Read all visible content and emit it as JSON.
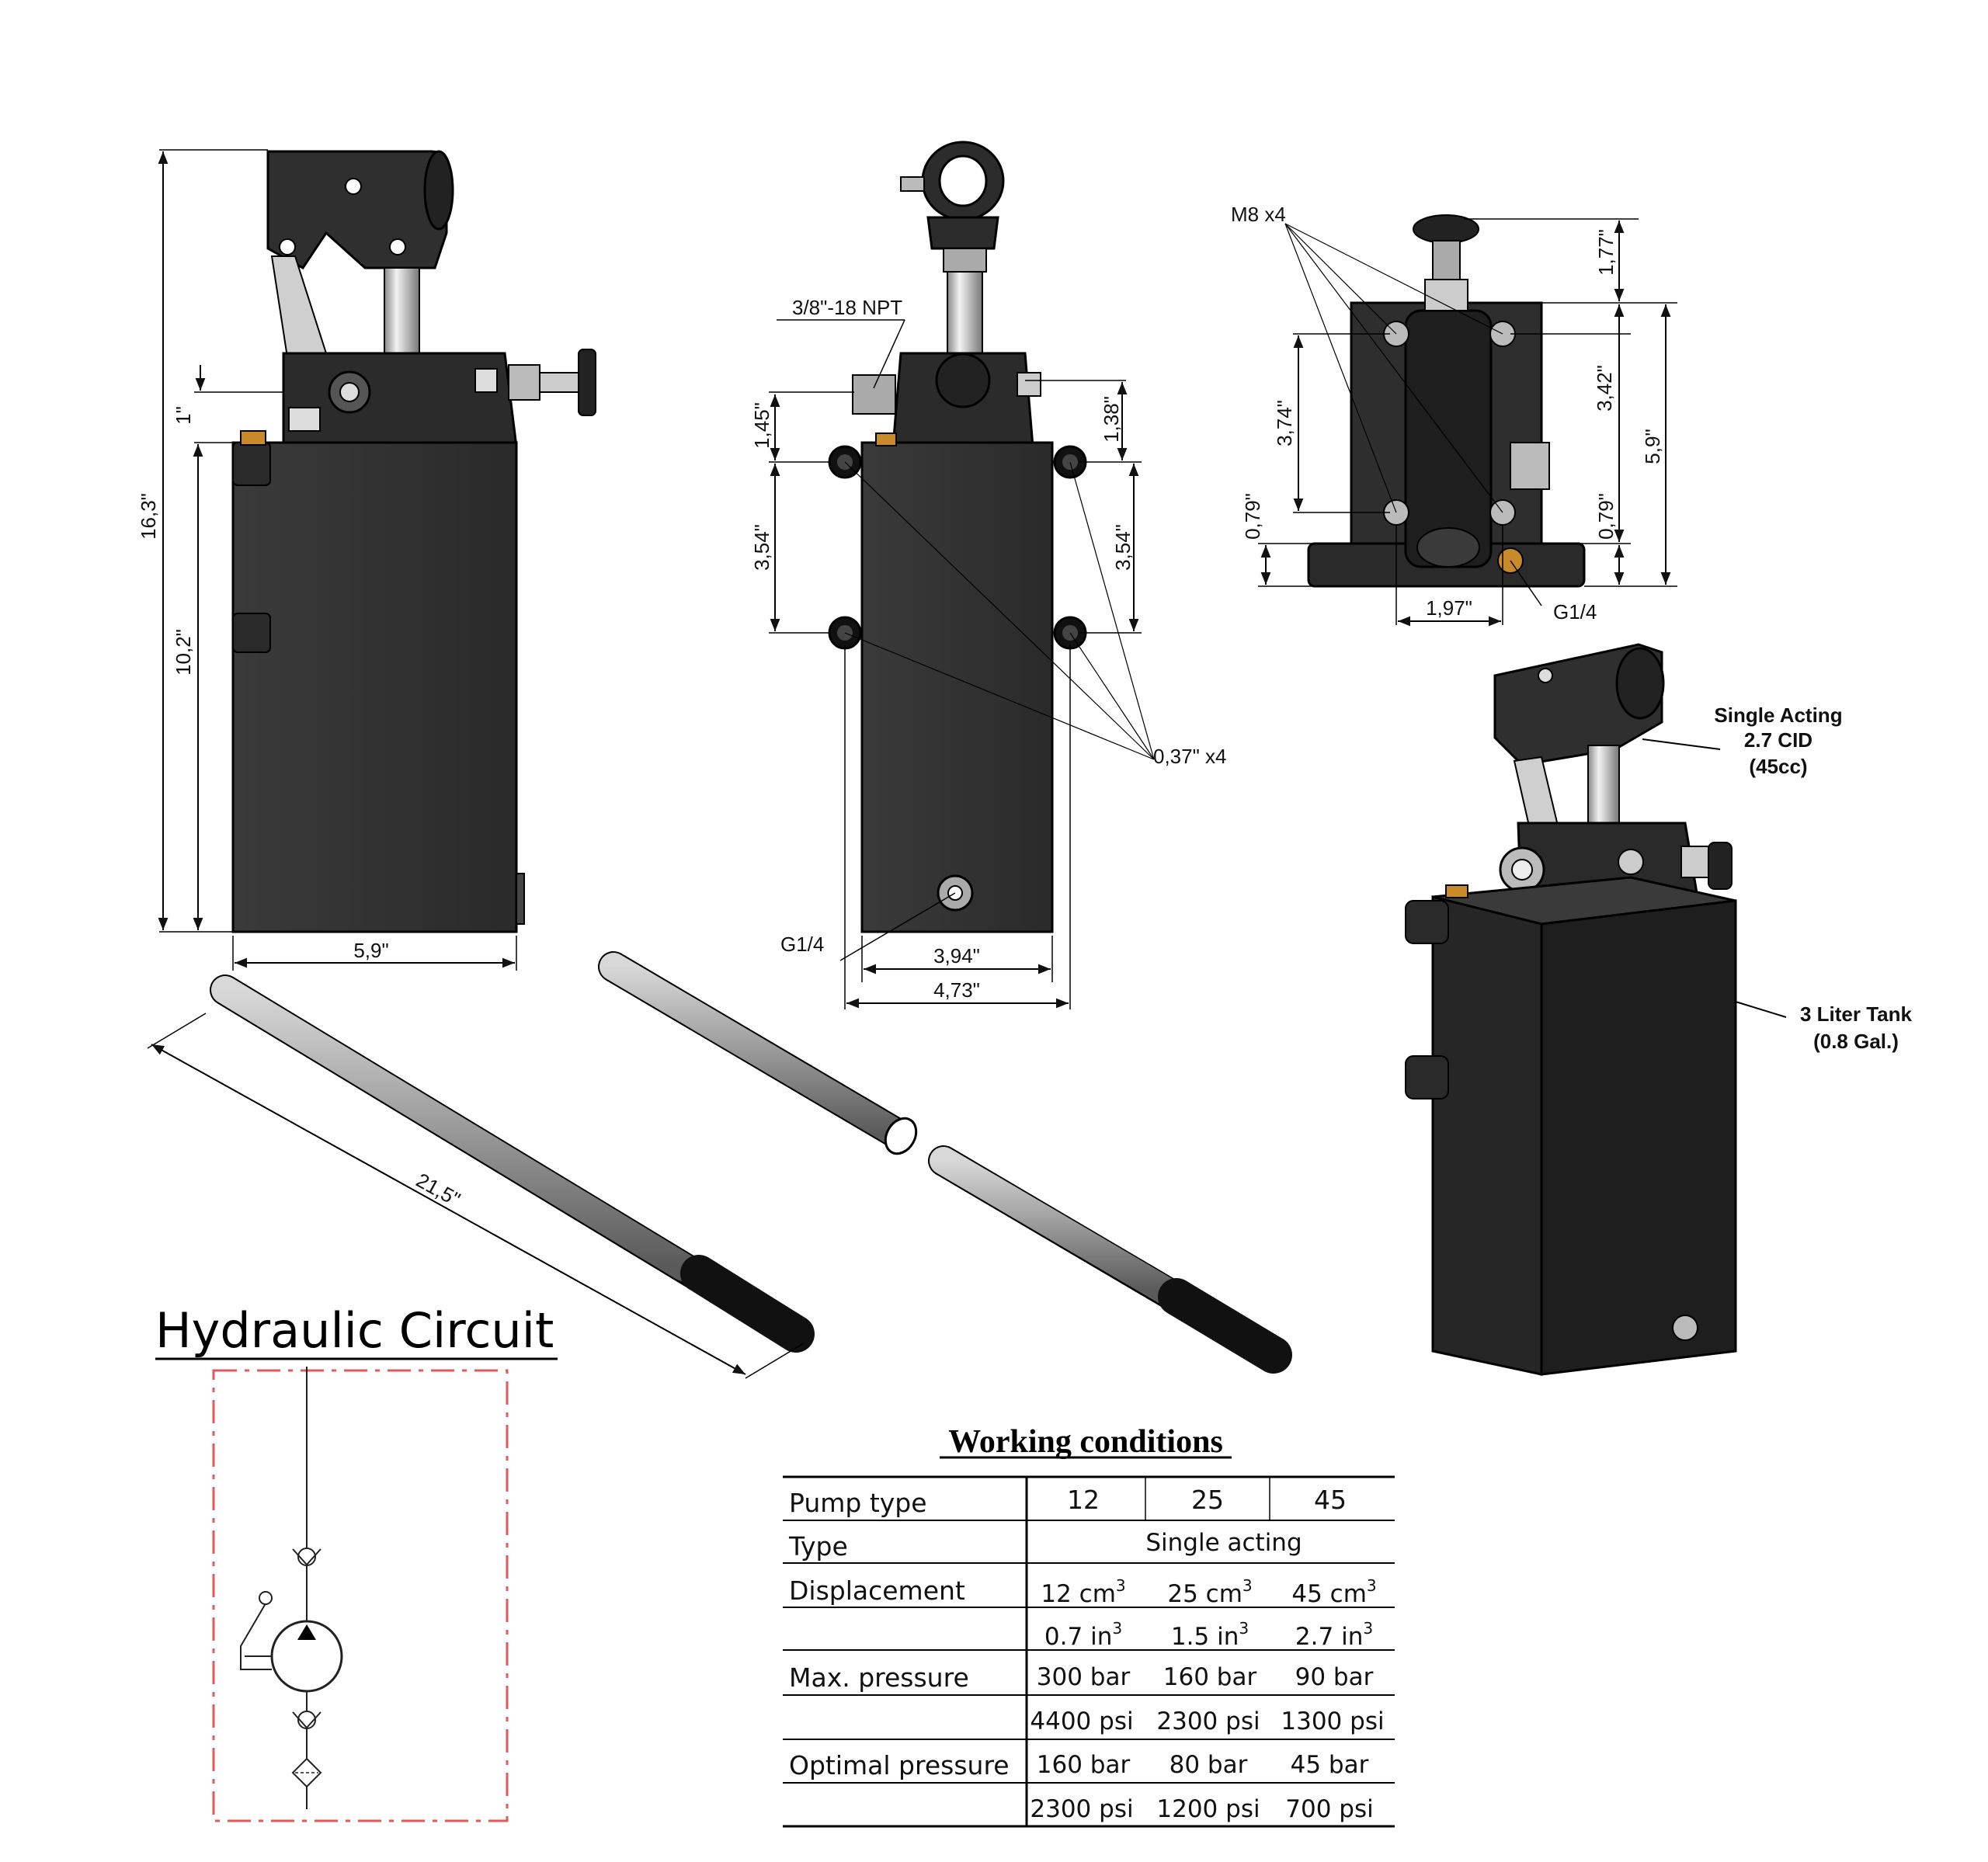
{
  "front_view": {
    "overall_height": "16,3\"",
    "tank_height": "10,2\"",
    "pump_offset": "1\"",
    "width": "5,9\""
  },
  "side_view": {
    "port_label": "3/8\"-18 NPT",
    "dim_left_top": "1,45\"",
    "dim_right_top": "1,38\"",
    "dim_left_holes": "3,54\"",
    "dim_right_holes": "3,54\"",
    "hole_label": "0,37\" x4",
    "drain_label": "G1/4",
    "width_inner": "3,94\"",
    "width_outer": "4,73\""
  },
  "top_view": {
    "bolt_label": "M8 x4",
    "dim_top": "1,77\"",
    "dim_inner": "3,42\"",
    "dim_total": "5,9\"",
    "dim_left": "3,74\"",
    "dim_base_left": "0,79\"",
    "dim_base_right": "0,79\"",
    "dim_width": "1,97\"",
    "port_label": "G1/4"
  },
  "iso_view": {
    "pump_callout": [
      "Single Acting",
      "2.7 CID",
      "(45cc)"
    ],
    "tank_callout": [
      "3 Liter Tank",
      "(0.8 Gal.)"
    ]
  },
  "handle": {
    "length": "21,5\""
  },
  "hydraulic_circuit": {
    "title": "Hydraulic Circuit",
    "frame_color": "#e05a5a"
  },
  "working_conditions": {
    "title": "Working conditions",
    "header": [
      "Pump type",
      "12",
      "25",
      "45"
    ],
    "type_label": "Type",
    "type_value": "Single acting",
    "rows": [
      {
        "label": "Displacement",
        "values": [
          "12 cm",
          "25 cm",
          "45 cm"
        ],
        "sup": "3"
      },
      {
        "label": "",
        "values": [
          "0.7 in",
          "1.5 in",
          "2.7 in"
        ],
        "sup": "3"
      },
      {
        "label": "Max. pressure",
        "values": [
          "300 bar",
          "160 bar",
          "90 bar"
        ]
      },
      {
        "label": "",
        "values": [
          "4400 psi",
          "2300 psi",
          "1300  psi"
        ]
      },
      {
        "label": "Optimal pressure",
        "values": [
          "160 bar",
          "80 bar",
          "45  bar"
        ]
      },
      {
        "label": "",
        "values": [
          "2300 psi",
          "1200 psi",
          "700   psi"
        ]
      }
    ]
  }
}
